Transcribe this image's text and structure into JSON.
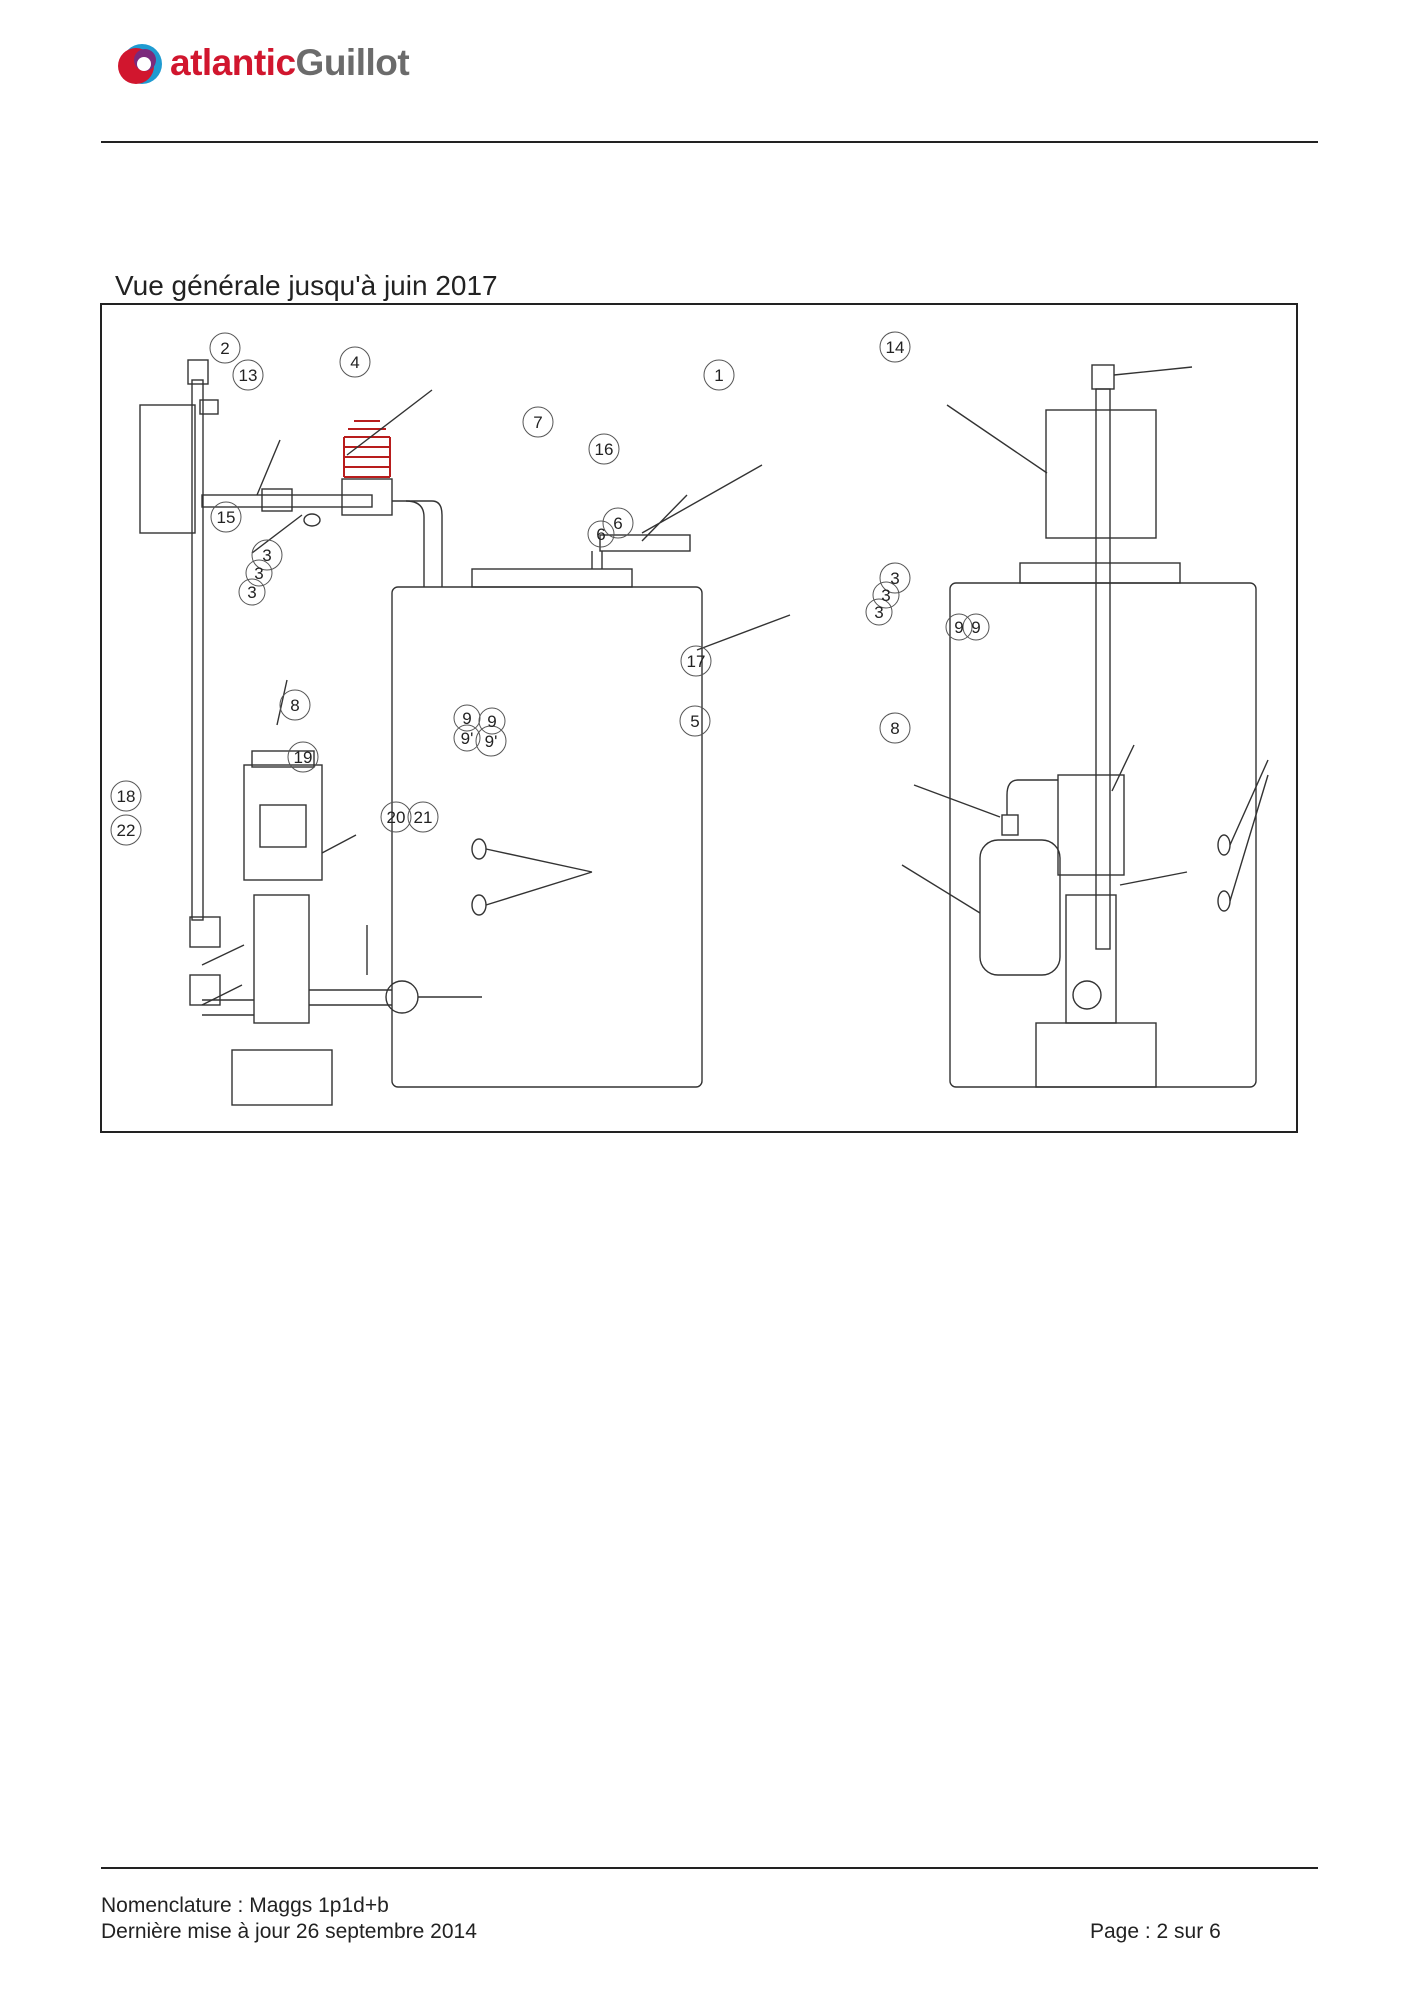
{
  "header": {
    "logo": {
      "brand": "atlantic",
      "brand_secondary": "Guillot"
    }
  },
  "section": {
    "title": "Vue générale jusqu'à juin 2017"
  },
  "drawing": {
    "balloon_labels": [
      "1",
      "2",
      "3",
      "3",
      "3",
      "3",
      "3",
      "3",
      "4",
      "5",
      "6",
      "6",
      "7",
      "8",
      "8",
      "9",
      "9",
      "9",
      "9'",
      "9'",
      "9",
      "9",
      "13",
      "14",
      "15",
      "16",
      "17",
      "18",
      "19",
      "20",
      "21",
      "22"
    ]
  },
  "footer": {
    "line1": "Nomenclature : Maggs 1p1d+b",
    "line2": "Dernière mise à jour 26 septembre 2014",
    "page": "Page : 2 sur 6"
  }
}
